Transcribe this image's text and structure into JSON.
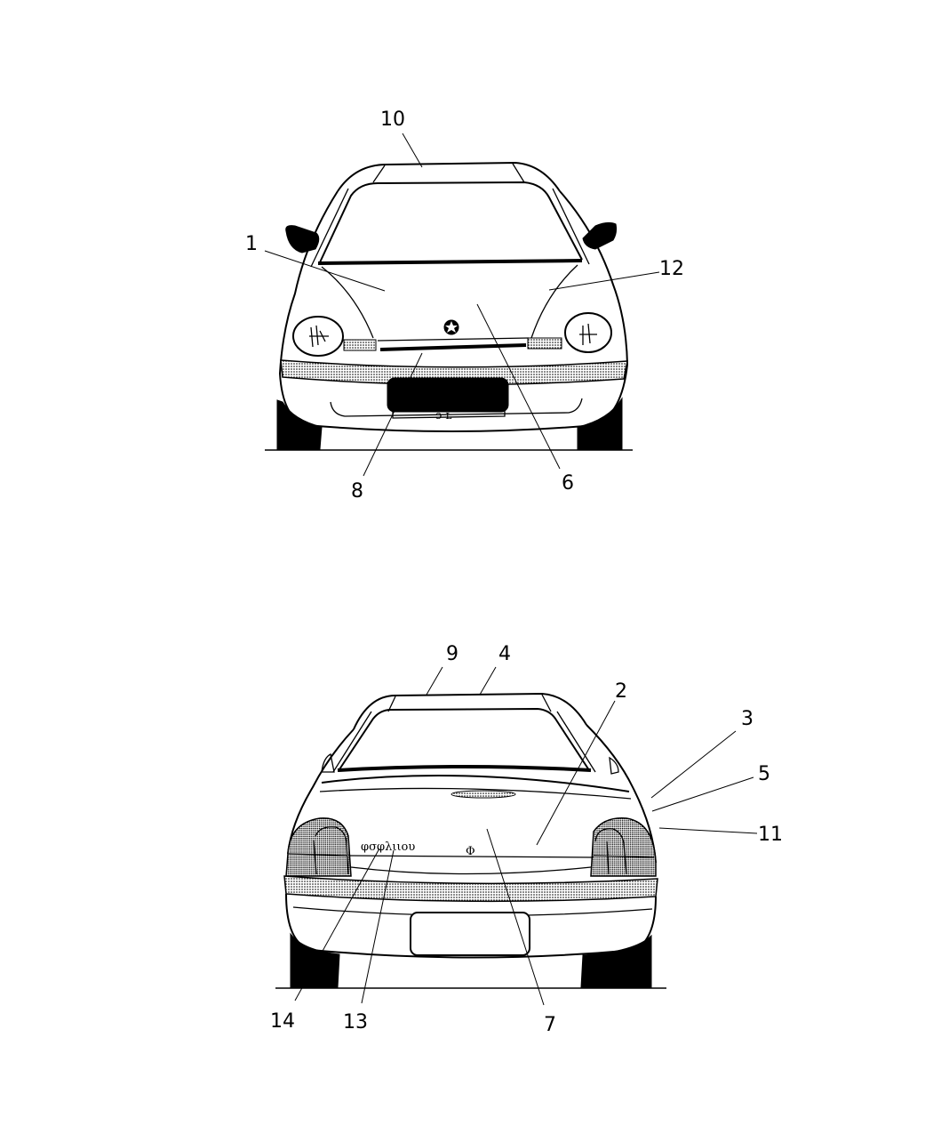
{
  "front_view": {
    "callouts": [
      {
        "id": "10",
        "label": "10"
      },
      {
        "id": "1",
        "label": "1"
      },
      {
        "id": "12",
        "label": "12"
      },
      {
        "id": "8",
        "label": "8"
      },
      {
        "id": "6",
        "label": "6"
      }
    ]
  },
  "rear_view": {
    "callouts": [
      {
        "id": "9",
        "label": "9"
      },
      {
        "id": "4",
        "label": "4"
      },
      {
        "id": "2",
        "label": "2"
      },
      {
        "id": "3",
        "label": "3"
      },
      {
        "id": "5",
        "label": "5"
      },
      {
        "id": "11",
        "label": "11"
      },
      {
        "id": "14",
        "label": "14"
      },
      {
        "id": "13",
        "label": "13"
      },
      {
        "id": "7",
        "label": "7"
      }
    ],
    "badge_text": "φσφλιιου",
    "emblem_text": "Φ"
  }
}
